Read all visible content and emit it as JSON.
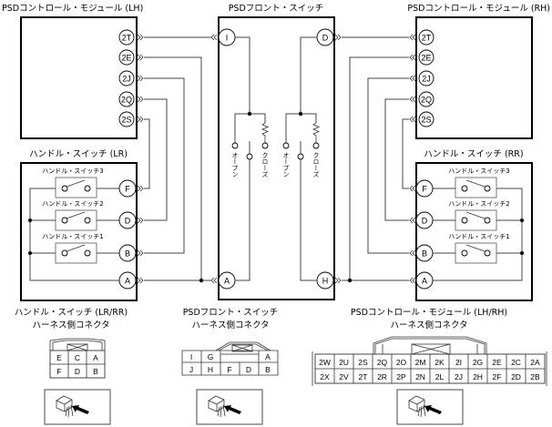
{
  "titles": {
    "lh_module": "PSDコントロール・モジュール (LH)",
    "front_switch": "PSDフロント・スイッチ",
    "rh_module": "PSDコントロール・モジュール (RH)",
    "lr_handle": "ハンドル・スイッチ (LR)",
    "rr_handle": "ハンドル・スイッチ (RR)"
  },
  "module_pins": [
    "2T",
    "2E",
    "2J",
    "2Q",
    "2S"
  ],
  "handle_pins": [
    "F",
    "D",
    "B",
    "A"
  ],
  "handle_switches": [
    "ハンドル・スイッチ3",
    "ハンドル・スイッチ2",
    "ハンドル・スイッチ1"
  ],
  "front_switch": {
    "pins_top": [
      "I",
      "D"
    ],
    "pins_bottom": [
      "A",
      "H"
    ],
    "contact_open": "オープン",
    "contact_close": "クローズ"
  },
  "connectors": {
    "handle": {
      "title1": "ハンドル・スイッチ (LR/RR)",
      "title2": "ハーネス側コネクタ",
      "row1": [
        "E",
        "C",
        "A"
      ],
      "row2": [
        "F",
        "D",
        "B"
      ]
    },
    "front": {
      "title1": "PSDフロント・スイッチ",
      "title2": "ハーネス側コネクタ",
      "row1": [
        "I",
        "G",
        "",
        "",
        "A"
      ],
      "row2": [
        "J",
        "H",
        "F",
        "D",
        "B"
      ]
    },
    "module": {
      "title1": "PSDコントロール・モジュール (LH/RH)",
      "title2": "ハーネス側コネクタ",
      "row1": [
        "2W",
        "2U",
        "2S",
        "2Q",
        "2O",
        "2M",
        "2K",
        "2I",
        "2G",
        "2E",
        "2C",
        "2A"
      ],
      "row2": [
        "2X",
        "2V",
        "2T",
        "2R",
        "2P",
        "2N",
        "2L",
        "2J",
        "2H",
        "2F",
        "2D",
        "2B"
      ]
    }
  },
  "icons": {
    "connector_view": "harness-connector-view-arrow-icon"
  }
}
